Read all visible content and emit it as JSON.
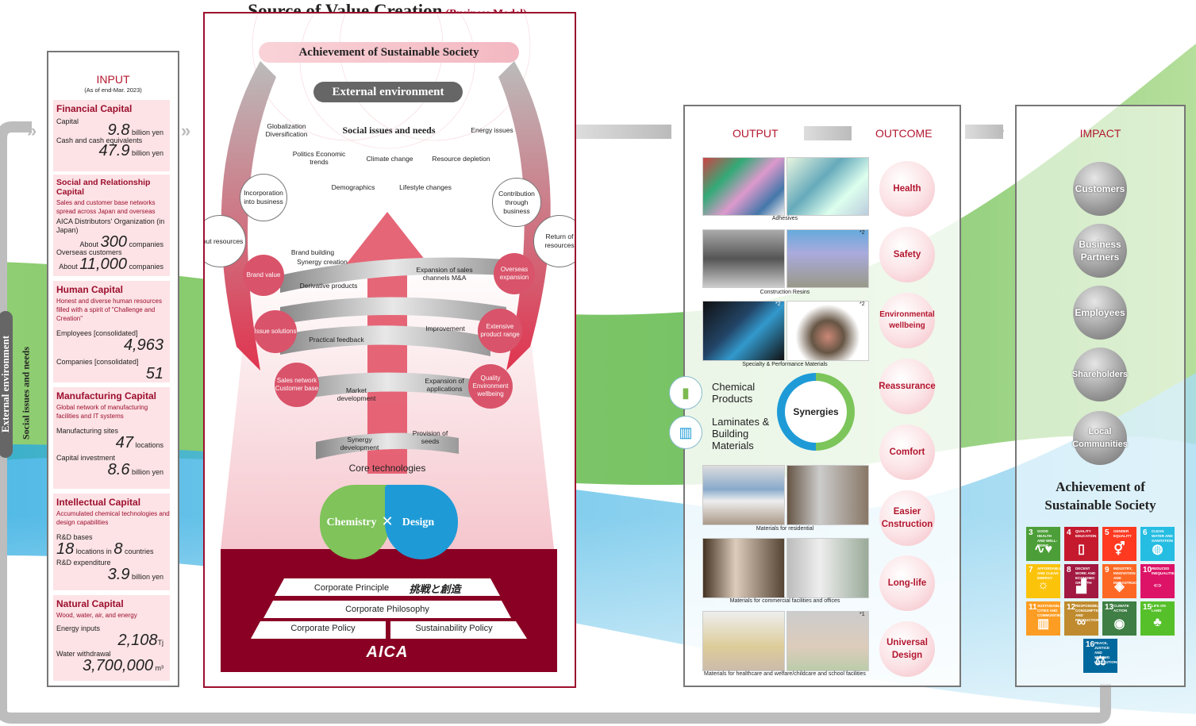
{
  "title": {
    "main": "Source of Value Creation",
    "sub": "(Business Model)"
  },
  "side_label": {
    "external": "External environment",
    "social": "Social issues and needs"
  },
  "input": {
    "heading": "INPUT",
    "asof": "(As of end-Mar. 2023)",
    "financial": {
      "title": "Financial Capital",
      "capital_label": "Capital",
      "capital_value": "9.8",
      "capital_unit": "billion yen",
      "cash_label": "Cash and cash equivalents",
      "cash_value": "47.9",
      "cash_unit": "billion yen"
    },
    "social": {
      "title": "Social and Relationship Capital",
      "desc": "Sales and customer base networks spread across Japan and overseas",
      "org_label": "AICA Distributors' Organization (in Japan)",
      "org_prefix": "About",
      "org_value": "300",
      "org_unit": "companies",
      "overseas_label": "Overseas customers",
      "overseas_prefix": "About",
      "overseas_value": "11,000",
      "overseas_unit": "companies"
    },
    "human": {
      "title": "Human Capital",
      "desc": "Honest and diverse human resources filled with a spirit of \"Challenge and Creation\"",
      "emp_label": "Employees [consolidated]",
      "emp_value": "4,963",
      "comp_label": "Companies [consolidated]",
      "comp_value": "51"
    },
    "manufacturing": {
      "title": "Manufacturing Capital",
      "desc": "Global network of manufacturing facilities and IT systems",
      "sites_label": "Manufacturing sites",
      "sites_value": "47",
      "sites_unit": "locations",
      "inv_label": "Capital investment",
      "inv_value": "8.6",
      "inv_unit": "billion yen"
    },
    "intellectual": {
      "title": "Intellectual Capital",
      "desc": "Accumulated chemical technologies and design capabilities",
      "rd_label": "R&D bases",
      "rd_value1": "18",
      "rd_mid": "locations in",
      "rd_value2": "8",
      "rd_unit": "countries",
      "exp_label": "R&D expenditure",
      "exp_value": "3.9",
      "exp_unit": "billion yen"
    },
    "natural": {
      "title": "Natural Capital",
      "desc": "Wood, water, air, and energy",
      "energy_label": "Energy inputs",
      "energy_value": "2,108",
      "energy_unit": "Tj",
      "water_label": "Water withdrawal",
      "water_value": "3,700,000",
      "water_unit": "m³"
    }
  },
  "center": {
    "achievement": "Achievement of Sustainable Society",
    "external": "External environment",
    "issues_title": "Social issues and needs",
    "issues": [
      "Globalization Diversification",
      "Energy issues",
      "Politics Economic trends",
      "Climate change",
      "Resource depletion",
      "Demographics",
      "Lifestyle changes"
    ],
    "incorporation": "Incorporation into business",
    "contribution": "Contribution through business",
    "input_resources": "Input resources",
    "return_resources": "Return of resources",
    "spiral_labels": {
      "brand_building": "Brand building",
      "synergy_creation": "Synergy creation",
      "expansion_ma": "Expansion of sales channels M&A",
      "derivative": "Derivative products",
      "improvement": "Improvement",
      "practical": "Practical feedback",
      "market_dev": "Market development",
      "expansion_app": "Expansion of applications",
      "synergy_dev": "Synergy development",
      "provision": "Provision of seeds"
    },
    "red_circles": {
      "brand_value": "Brand value",
      "overseas": "Overseas expansion",
      "issue": "Issue solutions",
      "extensive": "Extensive product range",
      "sales": "Sales network Customer base",
      "quality": "Quality Environment wellbeing"
    },
    "core_tech": "Core technologies",
    "chemistry": "Chemistry",
    "design": "Design",
    "principle": "Corporate Principle",
    "principle_jp": "挑戦と創造",
    "philosophy": "Corporate Philosophy",
    "policy": "Corporate Policy",
    "sustainability": "Sustainability Policy",
    "logo": "AICA"
  },
  "output": {
    "heading": "OUTPUT",
    "outcome_heading": "OUTCOME",
    "captions": [
      "Adhesives",
      "Construction Resins",
      "Specialty & Performance Materials",
      "Materials for residential",
      "Materials for commercial facilities and offices",
      "Materials for healthcare and welfare/childcare and school facilities"
    ],
    "notes": [
      "*2",
      "*2",
      "*2",
      "*1"
    ],
    "segment_chem": "Chemical Products",
    "segment_lam": "Laminates & Building Materials",
    "synergies": "Synergies",
    "outcomes": [
      "Health",
      "Safety",
      "Environmental wellbeing",
      "Reassurance",
      "Comfort",
      "Easier Cnstruction",
      "Long-life",
      "Universal Design"
    ]
  },
  "impact": {
    "heading": "IMPACT",
    "stakeholders": [
      "Customers",
      "Business Partners",
      "Employees",
      "Shareholders",
      "Local Communities"
    ],
    "achievement": "Achievement of Sustainable Society",
    "sdgs": [
      {
        "n": "3",
        "t": "GOOD HEALTH AND WELL-BEING",
        "color": "#4c9f38",
        "icon": "∿♥"
      },
      {
        "n": "4",
        "t": "QUALITY EDUCATION",
        "color": "#c5192d",
        "icon": "▯"
      },
      {
        "n": "5",
        "t": "GENDER EQUALITY",
        "color": "#ff3a21",
        "icon": "⚥"
      },
      {
        "n": "6",
        "t": "CLEAN WATER AND SANITATION",
        "color": "#26bde2",
        "icon": "◍"
      },
      {
        "n": "7",
        "t": "AFFORDABLE AND CLEAN ENERGY",
        "color": "#fcc30b",
        "icon": "☼"
      },
      {
        "n": "8",
        "t": "DECENT WORK AND ECONOMIC GROWTH",
        "color": "#a21942",
        "icon": "▟"
      },
      {
        "n": "9",
        "t": "INDUSTRY, INNOVATION AND INFRASTRUCTURE",
        "color": "#fd6925",
        "icon": "◈"
      },
      {
        "n": "10",
        "t": "REDUCED INEQUALITIES",
        "color": "#dd1367",
        "icon": "⇔"
      },
      {
        "n": "11",
        "t": "SUSTAINABLE CITIES AND COMMUNITIES",
        "color": "#fd9d24",
        "icon": "▥"
      },
      {
        "n": "12",
        "t": "RESPONSIBLE CONSUMPTION AND PRODUCTION",
        "color": "#bf8b2e",
        "icon": "∞"
      },
      {
        "n": "13",
        "t": "CLIMATE ACTION",
        "color": "#3f7e44",
        "icon": "◉"
      },
      {
        "n": "15",
        "t": "LIFE ON LAND",
        "color": "#56c02b",
        "icon": "♣"
      },
      {
        "n": "16",
        "t": "PEACE, JUSTICE AND STRONG INSTITUTIONS",
        "color": "#00689d",
        "icon": "⚖"
      }
    ]
  }
}
